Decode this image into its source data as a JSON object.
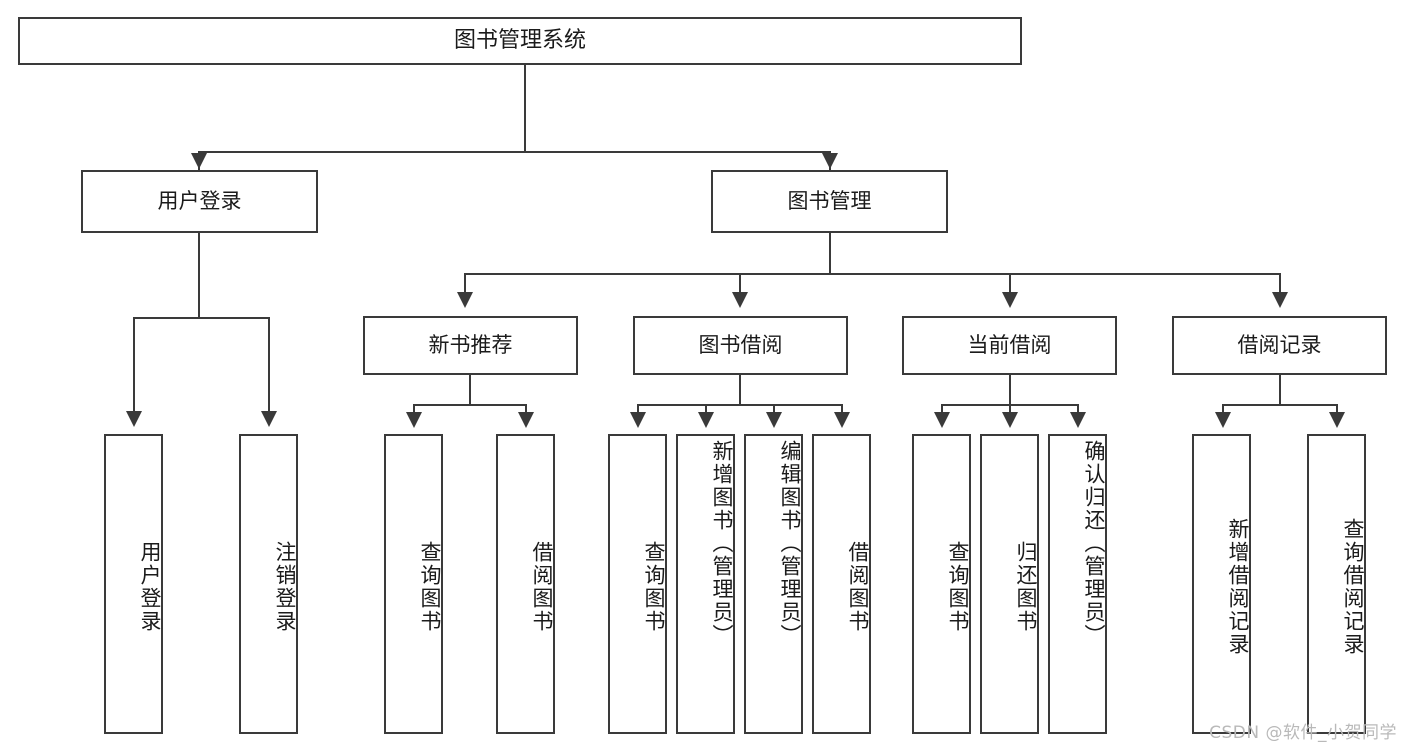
{
  "diagram": {
    "type": "hierarchy-tree",
    "title": "图书管理系统",
    "levels": 4,
    "root": {
      "label": "图书管理系统"
    },
    "level2": [
      {
        "label": "用户登录"
      },
      {
        "label": "图书管理"
      }
    ],
    "level3": [
      {
        "label": "新书推荐",
        "parent": "图书管理"
      },
      {
        "label": "图书借阅",
        "parent": "图书管理"
      },
      {
        "label": "当前借阅",
        "parent": "图书管理"
      },
      {
        "label": "借阅记录",
        "parent": "图书管理"
      }
    ],
    "leaves": {
      "user_login": [
        {
          "label": "用户登录"
        },
        {
          "label": "注销登录"
        }
      ],
      "new_book_recommend": [
        {
          "label": "查询图书"
        },
        {
          "label": "借阅图书"
        }
      ],
      "book_borrow": [
        {
          "label": "查询图书"
        },
        {
          "label": "新增图书（管理员）"
        },
        {
          "label": "编辑图书（管理员）"
        },
        {
          "label": "借阅图书"
        }
      ],
      "current_borrow": [
        {
          "label": "查询图书"
        },
        {
          "label": "归还图书"
        },
        {
          "label": "确认归还（管理员）"
        }
      ],
      "borrow_record": [
        {
          "label": "新增借阅记录"
        },
        {
          "label": "查询借阅记录"
        }
      ]
    }
  },
  "watermark": {
    "text": "CSDN @软件_小贺同学"
  },
  "colors": {
    "box_border": "#3a3a3a",
    "connector": "#3a3a3a",
    "text": "#1b1b1b",
    "background": "#ffffff",
    "watermark": "#b9b9b9"
  }
}
